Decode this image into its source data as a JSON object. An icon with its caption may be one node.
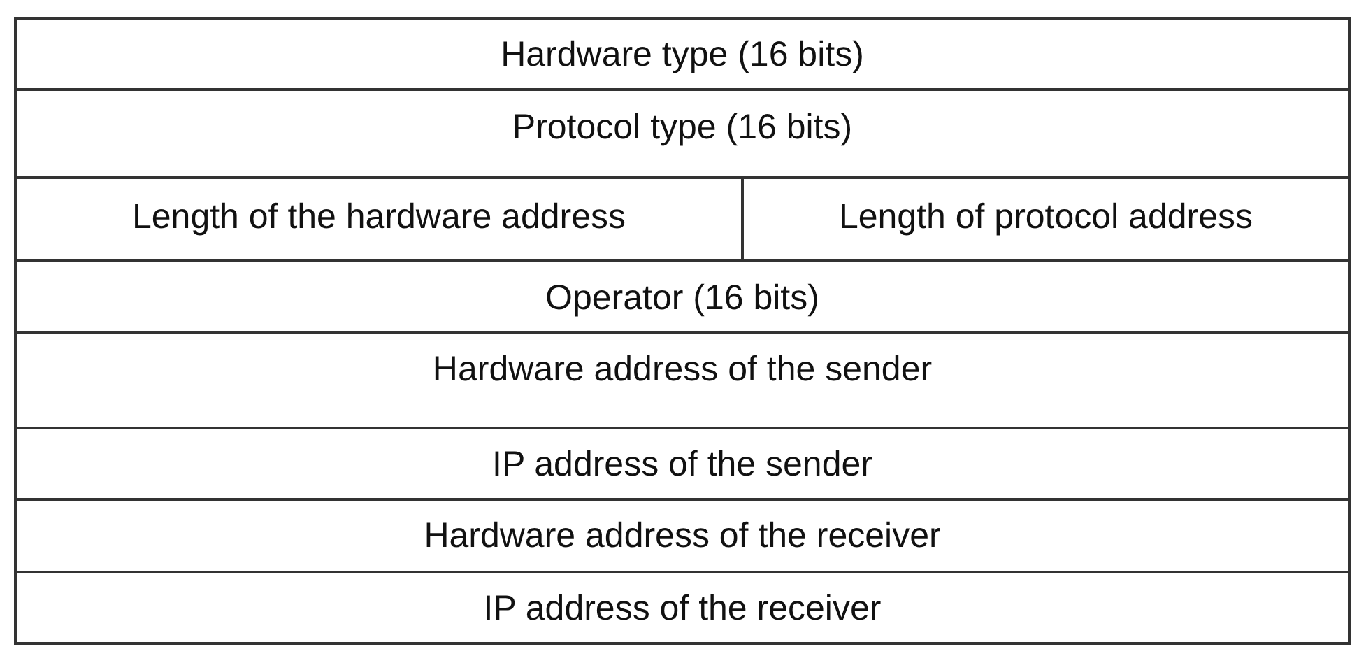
{
  "diagram": {
    "nodes": [
      {
        "text": [
          "Hardware type (16 bits)"
        ]
      },
      {
        "text": [
          "Protocol type (16 bits)"
        ]
      },
      {
        "text": [
          "Length of the hardware address"
        ]
      },
      {
        "text": [
          "Length of protocol address"
        ]
      },
      {
        "text": [
          "Operator (16 bits)"
        ]
      },
      {
        "text": [
          "Hardware address of the sender"
        ]
      },
      {
        "text": [
          "IP address of the sender"
        ]
      },
      {
        "text": [
          "Hardware address of the receiver"
        ]
      },
      {
        "text": [
          "IP address of the receiver"
        ]
      }
    ]
  }
}
